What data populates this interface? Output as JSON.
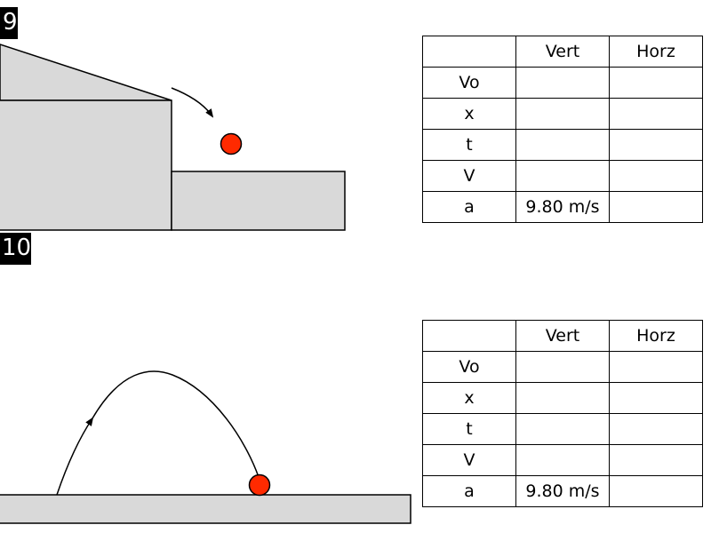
{
  "problems": [
    {
      "number": "9",
      "table": {
        "headers": [
          "",
          "Vert",
          "Horz"
        ],
        "rows": [
          {
            "label": "Vo",
            "vert": "",
            "horz": ""
          },
          {
            "label": "x",
            "vert": "",
            "horz": ""
          },
          {
            "label": "t",
            "vert": "",
            "horz": ""
          },
          {
            "label": "V",
            "vert": "",
            "horz": ""
          },
          {
            "label": "a",
            "vert": "9.80 m/s",
            "horz": ""
          }
        ]
      }
    },
    {
      "number": "10",
      "table": {
        "headers": [
          "",
          "Vert",
          "Horz"
        ],
        "rows": [
          {
            "label": "Vo",
            "vert": "",
            "horz": ""
          },
          {
            "label": "x",
            "vert": "",
            "horz": ""
          },
          {
            "label": "t",
            "vert": "",
            "horz": ""
          },
          {
            "label": "V",
            "vert": "",
            "horz": ""
          },
          {
            "label": "a",
            "vert": "9.80 m/s",
            "horz": ""
          }
        ]
      }
    }
  ],
  "colors": {
    "surface_fill": "#d9d9d9",
    "ball_fill": "#ff2a00",
    "stroke": "#000000",
    "label_bg": "#000000",
    "label_fg": "#ffffff"
  }
}
